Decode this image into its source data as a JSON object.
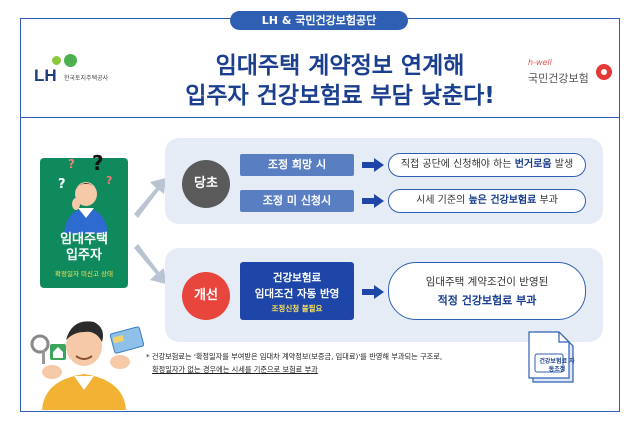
{
  "top_pill": "LH & 국민건강보험공단",
  "logos": {
    "lh": "LH",
    "lh_sub": "한국토지주택공사",
    "nhis_tag": "h-well",
    "nhis_name": "국민건강보험"
  },
  "title": {
    "line1": "임대주택 계약정보 연계해",
    "line2": "입주자 건강보험료 부담 낮춘다!"
  },
  "character": {
    "title_line1": "임대주택",
    "title_line2": "입주자",
    "subtitle": "확정일자 미신고 상태",
    "question_marks": [
      "?",
      "?",
      "?"
    ]
  },
  "before": {
    "label": "당초",
    "rows": [
      {
        "condition": "조정 희망 시",
        "result_plain": "직접 공단에 신청해야 하는 ",
        "result_bold": "번거로움",
        "result_tail": " 발생"
      },
      {
        "condition": "조정 미 신청시",
        "result_plain": "시세 기준의 ",
        "result_bold": "높은 건강보험료",
        "result_tail": " 부과"
      }
    ]
  },
  "after": {
    "label": "개선",
    "box_line1": "건강보험료",
    "box_line2": "임대조건 자동 반영",
    "box_line3": "조정신청 불필요",
    "result_line1": "임대주택 계약조건이 반영된",
    "result_line2": "적정 건강보험료 부과"
  },
  "doc_label": "건강보험료 자동조정",
  "footnote": {
    "line1": "* 건강보험료는 '확정일자를 부여받은 임대차 계약정보(보증금, 임대료)'를 반영해 부과되는 구조로,",
    "line2": "확정일자가 없는 경우에는 시세를 기준으로 보험료 부과"
  },
  "colors": {
    "primary_blue": "#2f5fb3",
    "dark_blue": "#1d46a8",
    "green_card": "#0e8a5c",
    "red_circle": "#e8453c",
    "gray_circle": "#5a5a5a",
    "panel_bg": "#e6ecf5"
  }
}
